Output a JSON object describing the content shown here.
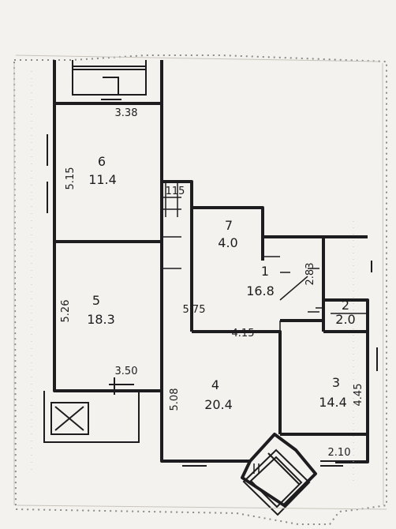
{
  "plan": {
    "rooms": [
      {
        "id": "6",
        "number": "6",
        "area": "11.4"
      },
      {
        "id": "5",
        "number": "5",
        "area": "18.3"
      },
      {
        "id": "7",
        "number": "7",
        "area": "4.0"
      },
      {
        "id": "1",
        "number": "1",
        "area": "16.8"
      },
      {
        "id": "2",
        "number": "2",
        "area": "2.0"
      },
      {
        "id": "4",
        "number": "4",
        "area": "20.4"
      },
      {
        "id": "3",
        "number": "3",
        "area": "14.4"
      }
    ],
    "dimensions": {
      "top_width": "3.38",
      "left_height_upper": "5.15",
      "wall_115": "115",
      "left_height_lower": "5.26",
      "center_575": "5.75",
      "center_415": "4.15",
      "right_283": "2.83",
      "bottom_350": "3.50",
      "left_508": "5.08",
      "right_445": "4.45",
      "bottom_210": "2.10"
    },
    "colors": {
      "ink": "#1d1d1f",
      "paper": "#f4f2ee",
      "faint": "#c8c4bc"
    }
  }
}
